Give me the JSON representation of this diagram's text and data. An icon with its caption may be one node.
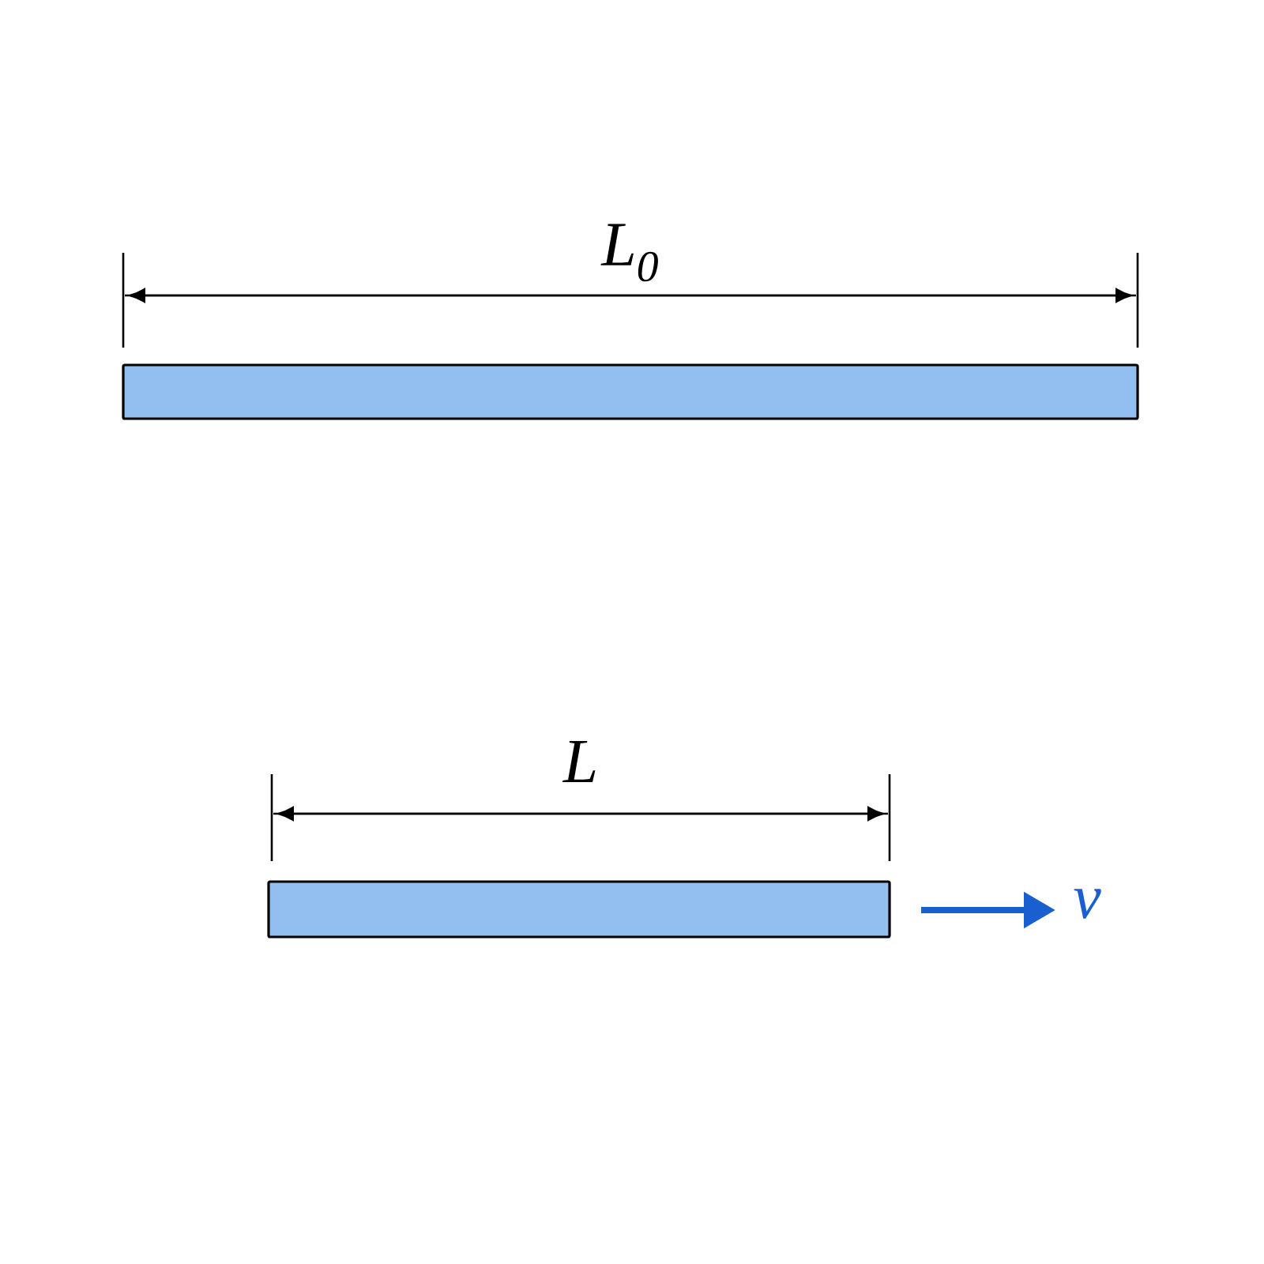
{
  "diagram": {
    "nodes": [
      {
        "text": [],
        "shape": "bar"
      },
      {
        "text": [],
        "shape": "bar"
      }
    ],
    "labels": [
      "*L*$_{0}$",
      "L",
      "v"
    ]
  }
}
